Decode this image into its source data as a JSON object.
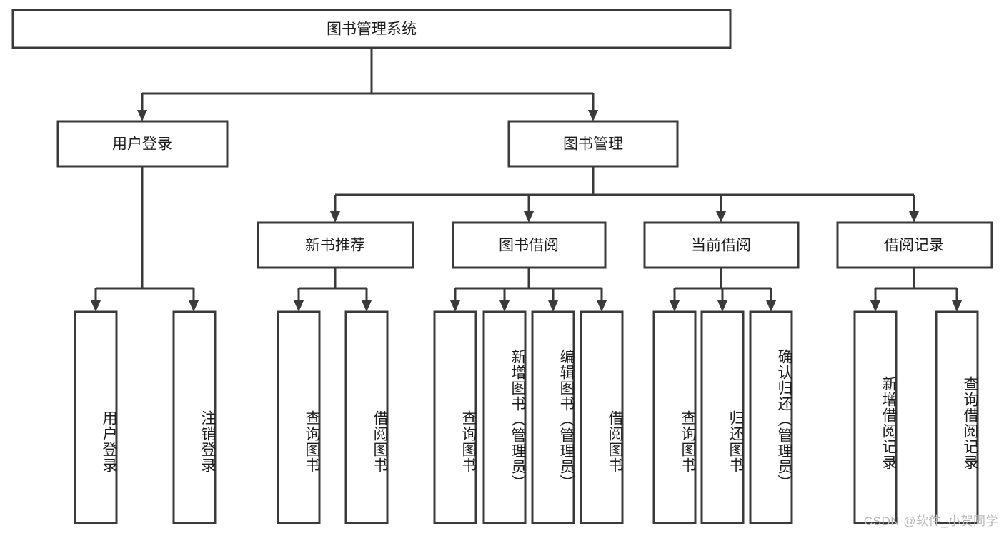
{
  "diagram": {
    "title": "图书管理系统",
    "watermark": "CSDN @软件_小贺同学",
    "colors": {
      "stroke": "#3a3a3a",
      "fill": "#ffffff",
      "text": "#1d1d1d",
      "watermark": "#b9b9b9",
      "background": "#ffffff"
    },
    "levels": {
      "root": "图书管理系统",
      "level2": [
        "用户登录",
        "图书管理"
      ],
      "level3": [
        "新书推荐",
        "图书借阅",
        "当前借阅",
        "借阅记录"
      ]
    },
    "nodes": {
      "root": {
        "label": "图书管理系统",
        "orientation": "horizontal"
      },
      "user_login": {
        "label": "用户登录",
        "orientation": "horizontal"
      },
      "book_manage": {
        "label": "图书管理",
        "orientation": "horizontal"
      },
      "new_book_rec": {
        "label": "新书推荐",
        "orientation": "horizontal"
      },
      "book_borrow": {
        "label": "图书借阅",
        "orientation": "horizontal"
      },
      "current_borrow": {
        "label": "当前借阅",
        "orientation": "horizontal"
      },
      "borrow_record": {
        "label": "借阅记录",
        "orientation": "horizontal"
      },
      "leaf_user_login": {
        "label": "用户登录",
        "orientation": "vertical"
      },
      "leaf_logout": {
        "label": "注销登录",
        "orientation": "vertical"
      },
      "leaf_query_book_1": {
        "label": "查询图书",
        "orientation": "vertical"
      },
      "leaf_borrow_book_1": {
        "label": "借阅图书",
        "orientation": "vertical"
      },
      "leaf_query_book_2": {
        "label": "查询图书",
        "orientation": "vertical"
      },
      "leaf_add_book": {
        "label": "新增图书（管理员）",
        "orientation": "vertical"
      },
      "leaf_edit_book": {
        "label": "编辑图书（管理员）",
        "orientation": "vertical"
      },
      "leaf_borrow_book_2": {
        "label": "借阅图书",
        "orientation": "vertical"
      },
      "leaf_query_book_3": {
        "label": "查询图书",
        "orientation": "vertical"
      },
      "leaf_return_book": {
        "label": "归还图书",
        "orientation": "vertical"
      },
      "leaf_confirm_return": {
        "label": "确认归还（管理员）",
        "orientation": "vertical"
      },
      "leaf_add_record": {
        "label": "新增借阅记录",
        "orientation": "vertical"
      },
      "leaf_query_record": {
        "label": "查询借阅记录",
        "orientation": "vertical"
      }
    },
    "edges": [
      {
        "from": "root",
        "to": "user_login"
      },
      {
        "from": "root",
        "to": "book_manage"
      },
      {
        "from": "user_login",
        "to": "leaf_user_login"
      },
      {
        "from": "user_login",
        "to": "leaf_logout"
      },
      {
        "from": "book_manage",
        "to": "new_book_rec"
      },
      {
        "from": "book_manage",
        "to": "book_borrow"
      },
      {
        "from": "book_manage",
        "to": "current_borrow"
      },
      {
        "from": "book_manage",
        "to": "borrow_record"
      },
      {
        "from": "new_book_rec",
        "to": "leaf_query_book_1"
      },
      {
        "from": "new_book_rec",
        "to": "leaf_borrow_book_1"
      },
      {
        "from": "book_borrow",
        "to": "leaf_query_book_2"
      },
      {
        "from": "book_borrow",
        "to": "leaf_add_book"
      },
      {
        "from": "book_borrow",
        "to": "leaf_edit_book"
      },
      {
        "from": "book_borrow",
        "to": "leaf_borrow_book_2"
      },
      {
        "from": "current_borrow",
        "to": "leaf_query_book_3"
      },
      {
        "from": "current_borrow",
        "to": "leaf_return_book"
      },
      {
        "from": "current_borrow",
        "to": "leaf_confirm_return"
      },
      {
        "from": "borrow_record",
        "to": "leaf_add_record"
      },
      {
        "from": "borrow_record",
        "to": "leaf_query_record"
      }
    ]
  }
}
